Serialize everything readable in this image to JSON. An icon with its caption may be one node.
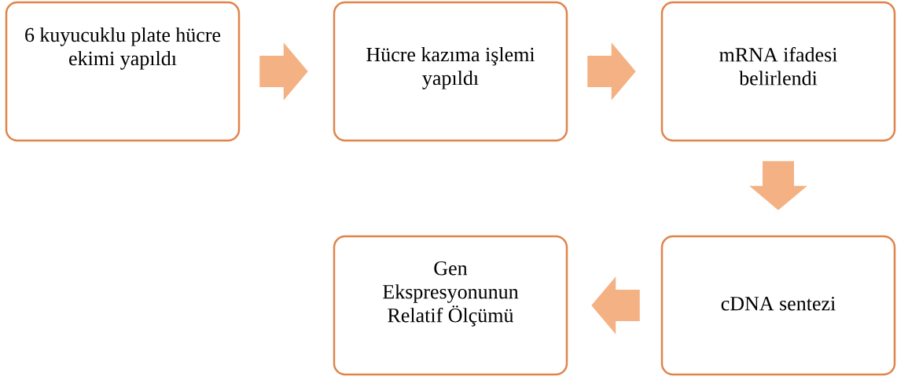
{
  "diagram": {
    "nodes": [
      {
        "text": [
          "6 kuyucuklu plate hücre ekimi yapıldı"
        ]
      },
      {
        "text": [
          "Hücre kazıma işlemi yapıldı"
        ]
      },
      {
        "text": [
          "mRNA ifadesi belirlendi"
        ]
      },
      {
        "text": [
          "cDNA sentezi"
        ]
      },
      {
        "text": [
          "Gen Ekspresyonunun Relatif Ölçümü"
        ]
      }
    ],
    "edges": [
      {
        "from": 0,
        "to": 1,
        "arrow": "to"
      },
      {
        "from": 1,
        "to": 2,
        "arrow": "to"
      },
      {
        "from": 2,
        "to": 3,
        "arrow": "to"
      },
      {
        "from": 3,
        "to": 4,
        "arrow": "to"
      }
    ]
  }
}
